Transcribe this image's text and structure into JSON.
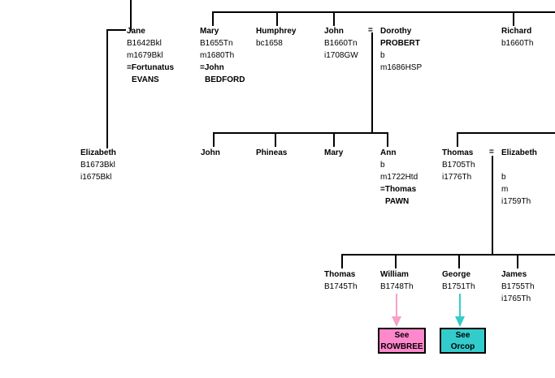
{
  "people": {
    "jane": {
      "name": "Jane",
      "birth": "B1642Bkl",
      "marriage": "m1679Bkl",
      "spouse_first": "=Fortunatus",
      "spouse_last": "EVANS"
    },
    "mary1": {
      "name": "Mary",
      "birth": "B1655Tn",
      "marriage": "m1680Th",
      "spouse_first": "=John",
      "spouse_last": "BEDFORD"
    },
    "humphrey": {
      "name": "Humphrey",
      "birth": "bc1658"
    },
    "john1": {
      "name": "John",
      "birth": "B1660Tn",
      "burial": "i1708GW"
    },
    "dorothy": {
      "name": "Dorothy",
      "surname": "PROBERT",
      "birth": "b",
      "marriage": "m1686HSP"
    },
    "richard": {
      "name": "Richard",
      "birth": "b1660Th"
    },
    "elizabeth1": {
      "name": "Elizabeth",
      "birth": "B1673Bkl",
      "burial": "i1675Bkl"
    },
    "john2": {
      "name": "John"
    },
    "phineas": {
      "name": "Phineas"
    },
    "mary2": {
      "name": "Mary"
    },
    "ann": {
      "name": "Ann",
      "birth": "b",
      "marriage": "m1722Htd",
      "spouse_first": "=Thomas",
      "spouse_last": "PAWN"
    },
    "thomas1": {
      "name": "Thomas",
      "birth": "B1705Th",
      "burial": "i1776Th"
    },
    "elizabeth2": {
      "name": "Elizabeth",
      "birth": "b",
      "marriage": "m",
      "burial": "i1759Th"
    },
    "thomas2": {
      "name": "Thomas",
      "birth": "B1745Th"
    },
    "william": {
      "name": "William",
      "birth": "B1748Th"
    },
    "george": {
      "name": "George",
      "birth": "B1751Th"
    },
    "james": {
      "name": "James",
      "birth": "B1755Th",
      "burial": "i1765Th"
    }
  },
  "marriage_sign": "=",
  "links": {
    "rowbree": {
      "line1": "See",
      "line2": "ROWBREE",
      "color": "#ff88cc",
      "arrow_color": "#f7a0c8"
    },
    "orcop": {
      "line1": "See",
      "line2": "Orcop",
      "color": "#33cccc",
      "arrow_color": "#33cccc"
    }
  }
}
